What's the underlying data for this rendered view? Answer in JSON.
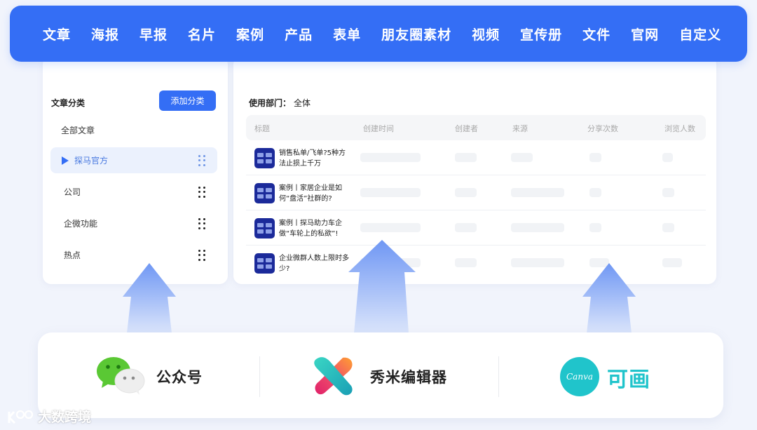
{
  "topnav": {
    "items": [
      "文章",
      "海报",
      "早报",
      "名片",
      "案例",
      "产品",
      "表单",
      "朋友圈素材",
      "视频",
      "宣传册",
      "文件",
      "官网",
      "自定义"
    ]
  },
  "category_panel": {
    "header": "文章分类",
    "add_button": "添加分类",
    "all_label": "全部文章",
    "items": [
      {
        "label": "探马官方",
        "active": true
      },
      {
        "label": "公司",
        "active": false
      },
      {
        "label": "企微功能",
        "active": false
      },
      {
        "label": "热点",
        "active": false
      }
    ]
  },
  "article_panel": {
    "dept_label": "使用部门：",
    "dept_value": "全体",
    "columns": [
      "标题",
      "创建时间",
      "创建者",
      "来源",
      "分享次数",
      "浏览人数"
    ],
    "rows": [
      {
        "title": "销售私单/飞单?5种方法止损上千万",
        "thumb_icon": "sales-cover-icon"
      },
      {
        "title": "案例丨家居企业是如何“盘活”社群的?",
        "thumb_icon": "home-case-cover-icon"
      },
      {
        "title": "案例丨探马助力车企做“车轮上的私欲”!",
        "thumb_icon": "auto-case-cover-icon"
      },
      {
        "title": "企业微群人数上限时多少?",
        "thumb_icon": "qa-cover-icon"
      }
    ]
  },
  "sources": {
    "items": [
      {
        "label": "公众号",
        "icon": "wechat-icon"
      },
      {
        "label": "秀米编辑器",
        "icon": "xiumi-logo-icon"
      },
      {
        "label": "可画",
        "icon": "canva-logo-icon",
        "badge_text": "Canva"
      }
    ]
  },
  "watermark": {
    "text": "大数跨境"
  },
  "colors": {
    "primary": "#346ef5",
    "thumb": "#1b2a9a",
    "canva": "#20c4cb",
    "wechat_green": "#5ac834"
  }
}
